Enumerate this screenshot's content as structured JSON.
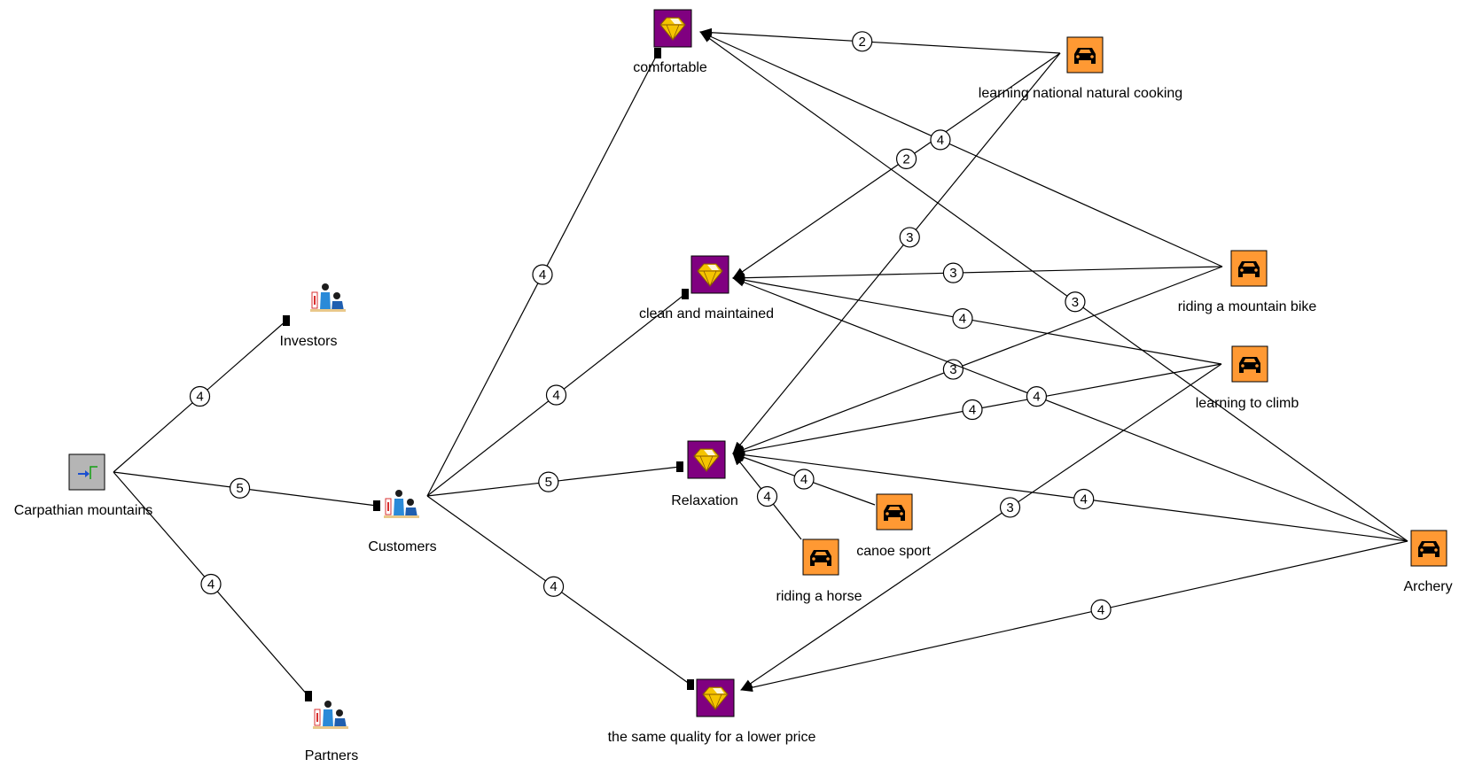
{
  "diagram": {
    "nodes": [
      {
        "id": "carpathian",
        "label": "Carpathian mountains",
        "kind": "root",
        "icon": "entry-arrow-icon"
      },
      {
        "id": "investors",
        "label": "Investors",
        "kind": "stakeholder",
        "icon": "people-group-icon"
      },
      {
        "id": "customers",
        "label": "Customers",
        "kind": "stakeholder",
        "icon": "people-group-icon"
      },
      {
        "id": "partners",
        "label": "Partners",
        "kind": "stakeholder",
        "icon": "people-group-icon"
      },
      {
        "id": "comfortable",
        "label": "comfortable",
        "kind": "value",
        "icon": "gem-icon"
      },
      {
        "id": "clean",
        "label": "clean and maintained",
        "kind": "value",
        "icon": "gem-icon"
      },
      {
        "id": "relaxation",
        "label": "Relaxation",
        "kind": "value",
        "icon": "gem-icon"
      },
      {
        "id": "samequality",
        "label": "the same quality for a lower price",
        "kind": "value",
        "icon": "gem-icon"
      },
      {
        "id": "cooking",
        "label": "learning national natural cooking",
        "kind": "activity",
        "icon": "car-icon"
      },
      {
        "id": "bike",
        "label": "riding a mountain bike",
        "kind": "activity",
        "icon": "car-icon"
      },
      {
        "id": "climb",
        "label": "learning to climb",
        "kind": "activity",
        "icon": "car-icon"
      },
      {
        "id": "canoe",
        "label": "canoe sport",
        "kind": "activity",
        "icon": "car-icon"
      },
      {
        "id": "horse",
        "label": "riding a horse",
        "kind": "activity",
        "icon": "car-icon"
      },
      {
        "id": "archery",
        "label": "Archery",
        "kind": "activity",
        "icon": "car-icon"
      }
    ],
    "edges": [
      {
        "from": "carpathian",
        "to": "investors",
        "weight": "4",
        "style": "plain"
      },
      {
        "from": "carpathian",
        "to": "customers",
        "weight": "5",
        "style": "plain"
      },
      {
        "from": "carpathian",
        "to": "partners",
        "weight": "4",
        "style": "plain"
      },
      {
        "from": "customers",
        "to": "comfortable",
        "weight": "4",
        "style": "plain"
      },
      {
        "from": "customers",
        "to": "clean",
        "weight": "4",
        "style": "plain"
      },
      {
        "from": "customers",
        "to": "relaxation",
        "weight": "5",
        "style": "plain"
      },
      {
        "from": "customers",
        "to": "samequality",
        "weight": "4",
        "style": "plain"
      },
      {
        "from": "cooking",
        "to": "comfortable",
        "weight": "2",
        "style": "arrow"
      },
      {
        "from": "cooking",
        "to": "clean",
        "weight": "2",
        "style": "arrow"
      },
      {
        "from": "cooking",
        "to": "relaxation",
        "weight": "3",
        "style": "arrow"
      },
      {
        "from": "bike",
        "to": "comfortable",
        "weight": "4",
        "style": "arrow"
      },
      {
        "from": "bike",
        "to": "clean",
        "weight": "3",
        "style": "arrow"
      },
      {
        "from": "bike",
        "to": "relaxation",
        "weight": "3",
        "style": "arrow"
      },
      {
        "from": "climb",
        "to": "clean",
        "weight": "4",
        "style": "arrow"
      },
      {
        "from": "climb",
        "to": "relaxation",
        "weight": "4",
        "style": "arrow"
      },
      {
        "from": "climb",
        "to": "samequality",
        "weight": "3",
        "style": "arrow"
      },
      {
        "from": "canoe",
        "to": "relaxation",
        "weight": "4",
        "style": "arrow"
      },
      {
        "from": "horse",
        "to": "relaxation",
        "weight": "4",
        "style": "arrow"
      },
      {
        "from": "archery",
        "to": "comfortable",
        "weight": "3",
        "style": "arrow"
      },
      {
        "from": "archery",
        "to": "clean",
        "weight": "4",
        "style": "arrow"
      },
      {
        "from": "archery",
        "to": "relaxation",
        "weight": "4",
        "style": "arrow"
      },
      {
        "from": "archery",
        "to": "samequality",
        "weight": "4",
        "style": "arrow"
      }
    ]
  },
  "colors": {
    "value_node_bg": "#800080",
    "gem": "#F5C400",
    "activity_node_bg": "#FF9933",
    "root_node_bg": "#B5B5B5",
    "entry_arrow": "#1A4FD0",
    "entry_step": "#13A013",
    "person_blue": "#2A8AD8",
    "person_red": "#D83030",
    "line": "#000000"
  }
}
